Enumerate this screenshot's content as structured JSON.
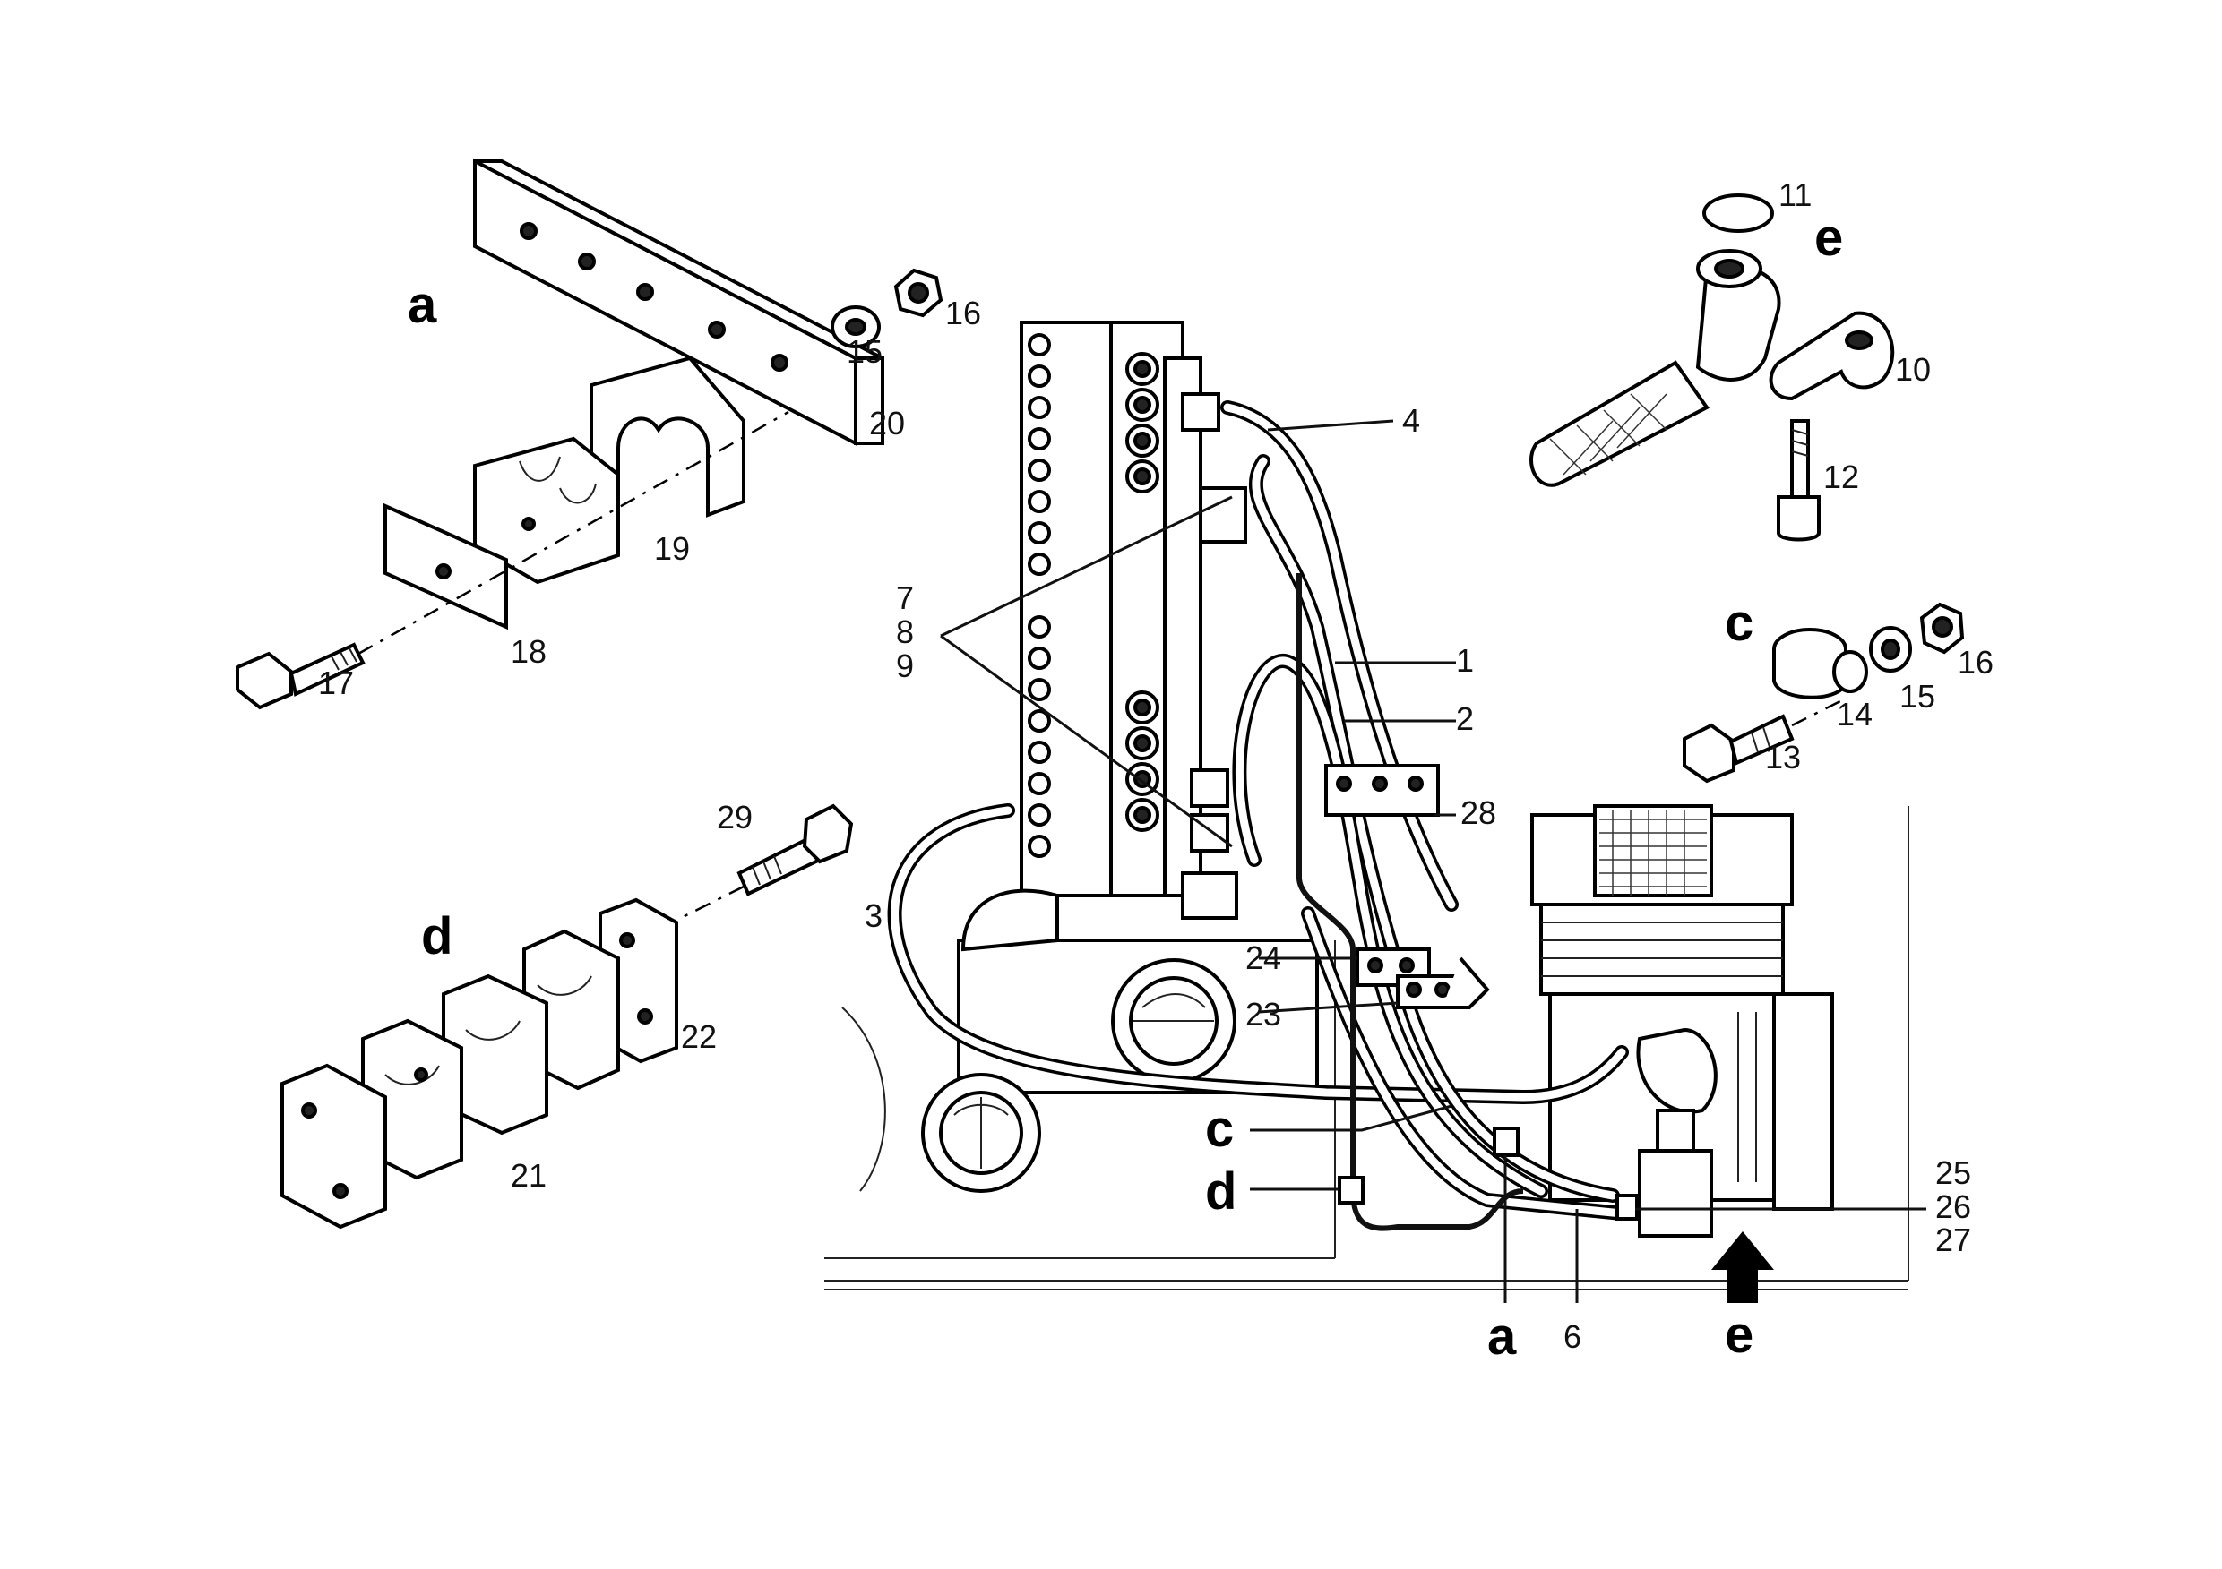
{
  "callouts": {
    "n1": "1",
    "n2": "2",
    "n3": "3",
    "n4": "4",
    "n6": "6",
    "n7": "7",
    "n8": "8",
    "n9": "9",
    "n10": "10",
    "n11": "11",
    "n12": "12",
    "n13": "13",
    "n14": "14",
    "n15a": "15",
    "n15c": "15",
    "n16a": "16",
    "n16c": "16",
    "n17": "17",
    "n18": "18",
    "n19": "19",
    "n20": "20",
    "n21": "21",
    "n22": "22",
    "n23": "23",
    "n24": "24",
    "n25": "25",
    "n26": "26",
    "n27": "27",
    "n28": "28",
    "n29": "29"
  },
  "detail_letters": {
    "a_detail": "a",
    "a_main": "a",
    "c_detail": "c",
    "c_main": "c",
    "d_detail": "d",
    "d_main": "d",
    "e_detail": "e",
    "e_main": "e"
  }
}
